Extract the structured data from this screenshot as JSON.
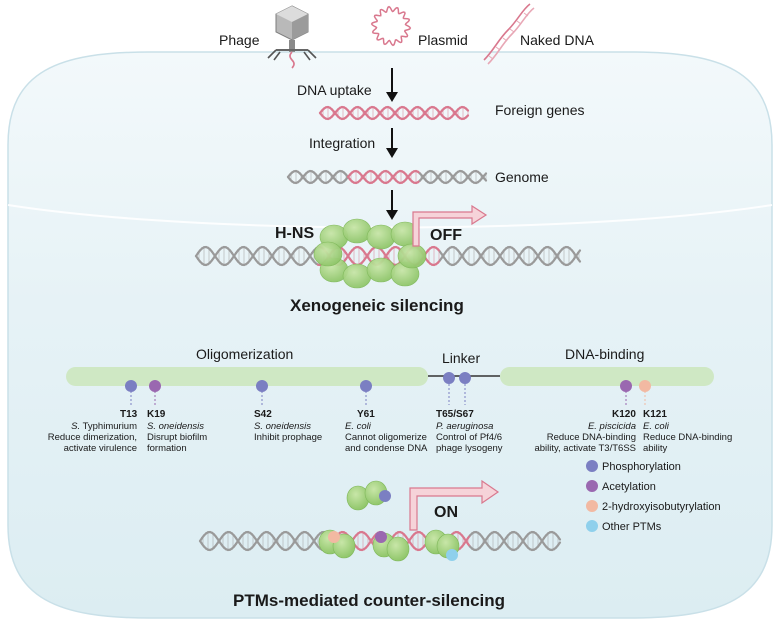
{
  "sources": {
    "phage": "Phage",
    "plasmid": "Plasmid",
    "naked_dna": "Naked DNA"
  },
  "steps": {
    "uptake": "DNA uptake",
    "foreign_genes": "Foreign genes",
    "integration": "Integration",
    "genome": "Genome"
  },
  "silencing": {
    "hns": "H-NS",
    "off": "OFF",
    "title": "Xenogeneic silencing"
  },
  "domains": {
    "oligomerization": "Oligomerization",
    "linker": "Linker",
    "dna_binding": "DNA-binding"
  },
  "sites": [
    {
      "residue": "T13",
      "organism": "S.",
      "organism_rest": " Typhimurium",
      "effect1": "Reduce dimerization,",
      "effect2": "activate virulence",
      "ptm": "phosphorylation"
    },
    {
      "residue": "K19",
      "organism": "S. oneidensis",
      "organism_rest": "",
      "effect1": "Disrupt biofilm",
      "effect2": "formation",
      "ptm": "acetylation"
    },
    {
      "residue": "S42",
      "organism": "S. oneidensis",
      "organism_rest": "",
      "effect1": "Inhibit prophage",
      "effect2": "",
      "ptm": "phosphorylation"
    },
    {
      "residue": "Y61",
      "organism": "E. coli",
      "organism_rest": "",
      "effect1": "Cannot oligomerize",
      "effect2": "and condense DNA",
      "ptm": "phosphorylation"
    },
    {
      "residue": "T65/S67",
      "organism": "P. aeruginosa",
      "organism_rest": "",
      "effect1": "Control of Pf4/6",
      "effect2": "phage lysogeny",
      "ptm": "phosphorylation"
    },
    {
      "residue": "K120",
      "organism": "E. piscicida",
      "organism_rest": "",
      "effect1": "Reduce DNA-binding",
      "effect2": "ability, activate T3/T6SS",
      "ptm": "acetylation"
    },
    {
      "residue": "K121",
      "organism": "E. coli",
      "organism_rest": "",
      "effect1": "Reduce DNA-binding",
      "effect2": "ability",
      "ptm": "hydroxyisobutyrylation"
    }
  ],
  "legend": [
    {
      "label": "Phosphorylation",
      "color": "#7b7fc2"
    },
    {
      "label": "Acetylation",
      "color": "#9a68b0"
    },
    {
      "label": "2-hydroxyisobutyrylation",
      "color": "#f2b9a2"
    },
    {
      "label": "Other PTMs",
      "color": "#8fd0ec"
    }
  ],
  "counter": {
    "on": "ON",
    "title": "PTMs-mediated counter-silencing"
  },
  "colors": {
    "protein_green": "#9fd07a",
    "domain_bar": "#cfe8c4",
    "dna_grey": "#9a9a9a",
    "dna_pink": "#d9788e",
    "arrow_pink": "#f3c4cc",
    "cell_fill": "#e3f1f6"
  }
}
